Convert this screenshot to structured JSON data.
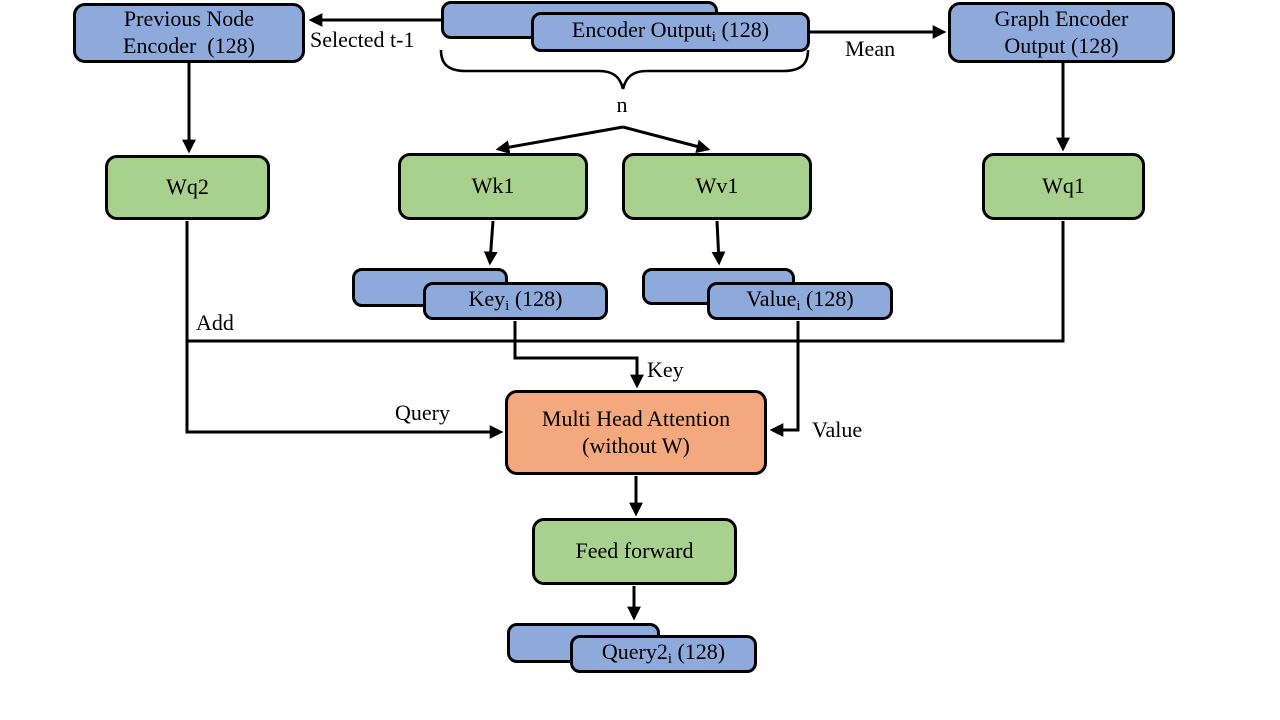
{
  "colors": {
    "node_blue": "#8EAADB",
    "node_green": "#A9D18E",
    "node_orange": "#F3A97D",
    "connector": "#000000",
    "background": "#FFFFFF"
  },
  "nodes": {
    "prev_encoder": {
      "line1": "Previous Node",
      "line2": "Encoder  (128)"
    },
    "encoder_output": {
      "pre": "Encoder Output",
      "sub": "i",
      "post": " (128)"
    },
    "graph_encoder": {
      "line1": "Graph Encoder",
      "line2": "Output (128)"
    },
    "wq2": {
      "label": "Wq2"
    },
    "wk1": {
      "label": "Wk1"
    },
    "wv1": {
      "label": "Wv1"
    },
    "wq1": {
      "label": "Wq1"
    },
    "key": {
      "pre": "Key",
      "sub": "i",
      "post": " (128)"
    },
    "value": {
      "pre": "Value",
      "sub": "i",
      "post": " (128)"
    },
    "mha": {
      "line1": "Multi Head Attention",
      "line2": "(without W)"
    },
    "feed_forward": {
      "label": "Feed forward"
    },
    "query2": {
      "pre": "Query2",
      "sub": "i",
      "post": " (128)"
    }
  },
  "edge_labels": {
    "selected": "Selected t-1",
    "mean": "Mean",
    "n": "n",
    "add": "Add",
    "key": "Key",
    "query": "Query",
    "value": "Value"
  }
}
